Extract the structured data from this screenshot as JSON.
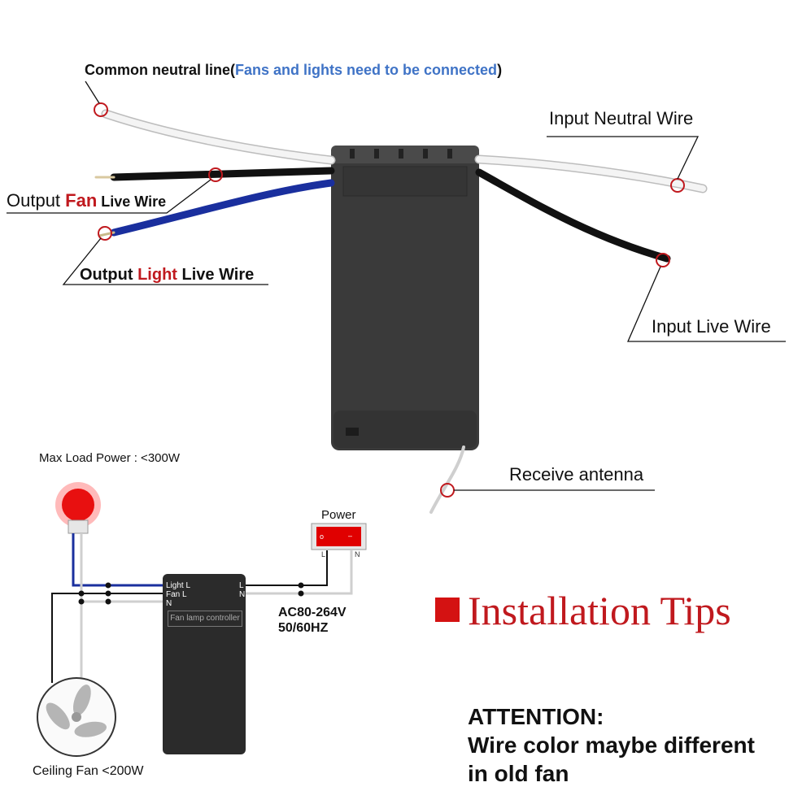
{
  "labels": {
    "common_neutral": "Common neutral line(",
    "common_neutral_note": "Fans and lights need to be connected",
    "common_neutral_close": ")",
    "input_neutral": "Input Neutral Wire",
    "output_fan_prefix": "Output ",
    "output_fan_word": "Fan",
    "output_fan_suffix": " Live Wire",
    "output_light_prefix": "Output ",
    "output_light_word": "Light",
    "output_light_suffix": " Live Wire",
    "input_live": "Input Live Wire",
    "receive_antenna": "Receive antenna"
  },
  "schematic": {
    "max_load": "Max Load Power : <300W",
    "power": "Power",
    "switch_on": "o",
    "switch_off": "–",
    "switch_L": "L",
    "switch_N": "N",
    "ac_line1": "AC80-264V",
    "ac_line2": "50/60HZ",
    "ceiling_fan": "Ceiling Fan <200W",
    "controller_label": "Fan lamp controller",
    "term_light": "Light L",
    "term_fan": "Fan L",
    "term_n": "N",
    "term_L": "L",
    "term_N": "N"
  },
  "tips": {
    "title": "Installation Tips",
    "attention": "ATTENTION:",
    "line1": "Wire color maybe different",
    "line2": "in old fan"
  },
  "colors": {
    "accent_red": "#c0191e",
    "note_blue": "#3f73c6",
    "wire_blue": "#1a2f9e",
    "module": "#3a3a3a"
  }
}
